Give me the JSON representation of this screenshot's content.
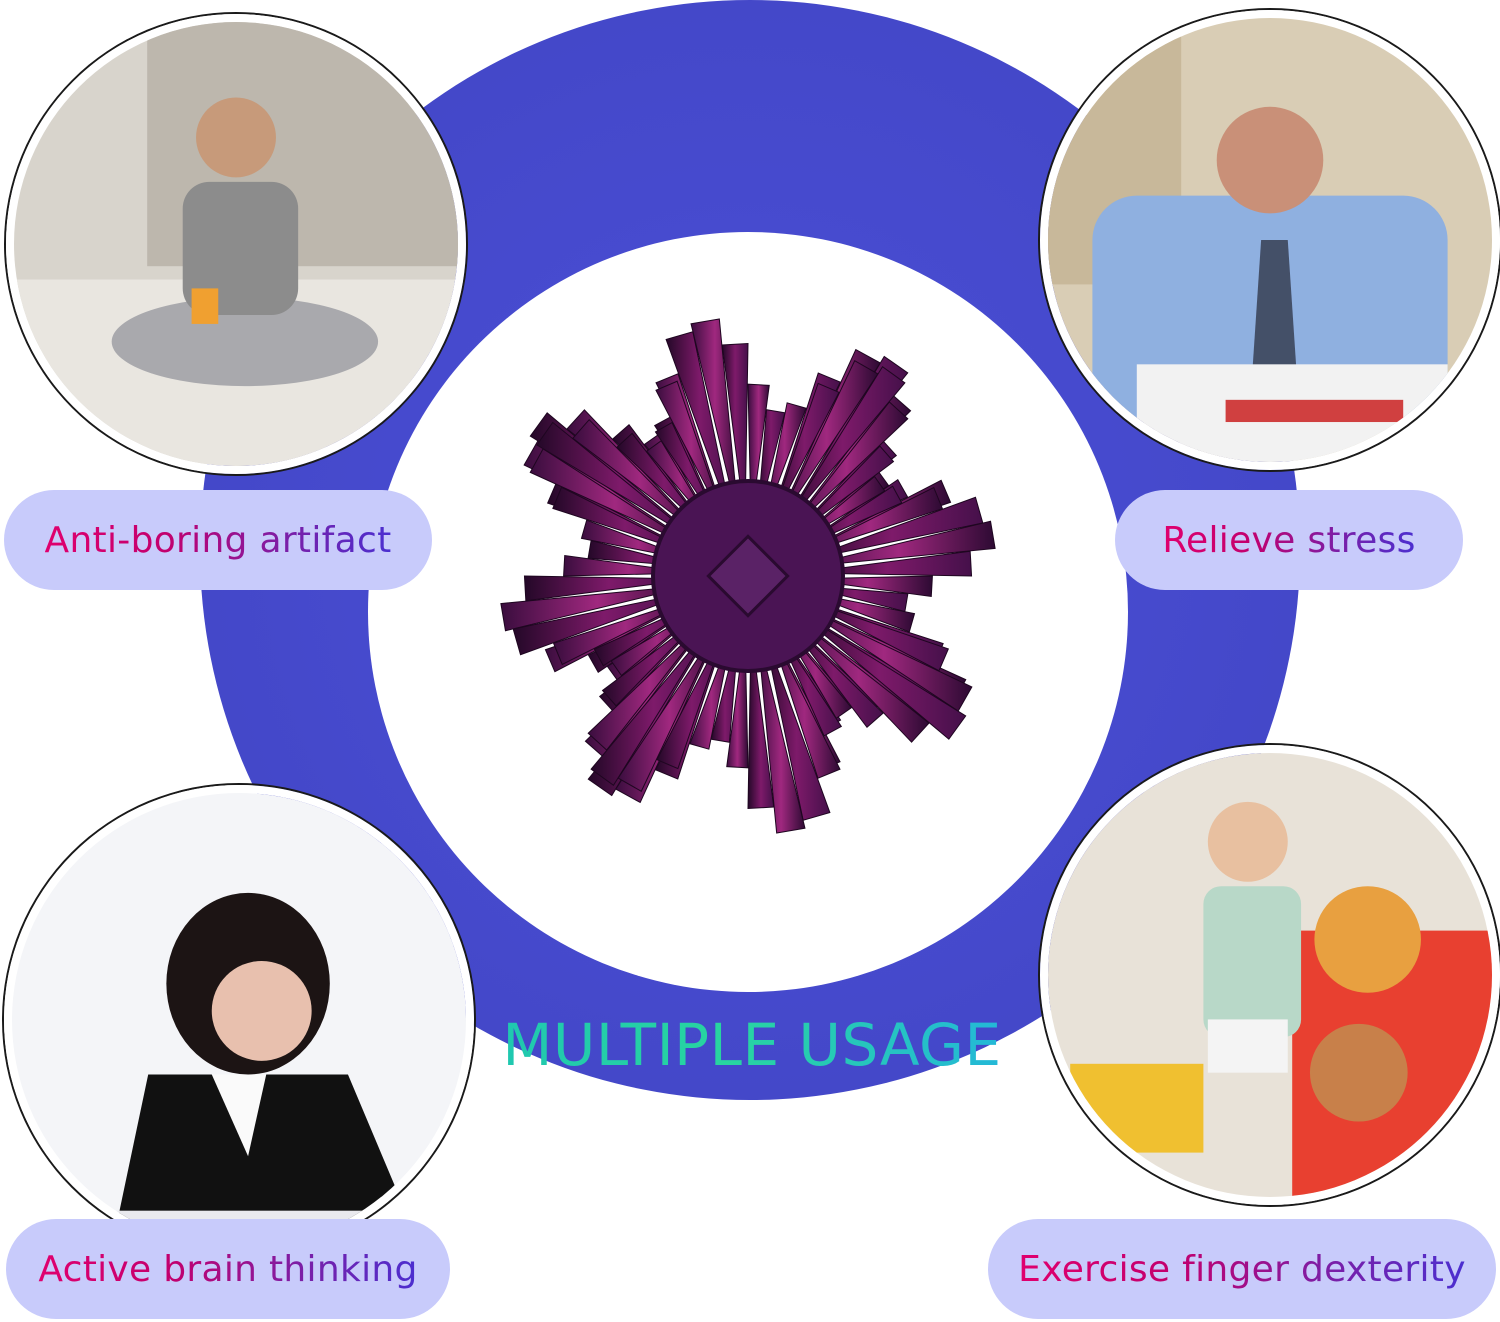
{
  "headline": "MULTIPLE USAGE",
  "usages": [
    {
      "label": "Anti-boring artifact"
    },
    {
      "label": "Relieve stress"
    },
    {
      "label": "Active brain thinking"
    },
    {
      "label": "Exercise finger dexterity"
    }
  ],
  "colors": {
    "ring": "#4448c9",
    "pill_bg": "#c8cbfb",
    "label_gradient_start": "#e0006e",
    "label_gradient_end": "#4b2fd0",
    "headline_gradient_start": "#20c8b0",
    "headline_gradient_end": "#24b8d8",
    "product": "#6a1a6e"
  }
}
